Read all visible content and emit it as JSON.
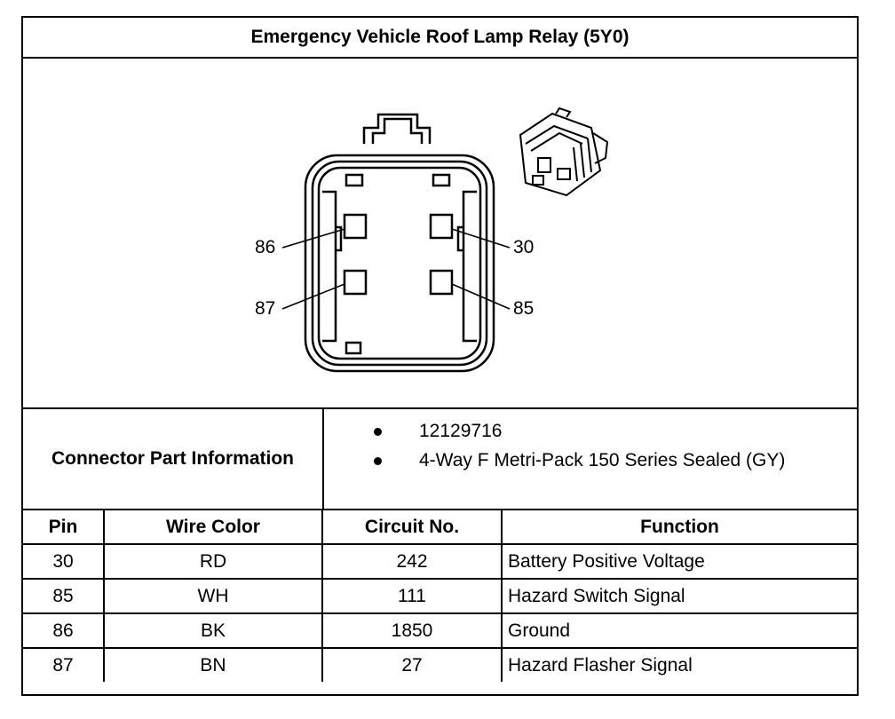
{
  "title": "Emergency Vehicle Roof Lamp Relay (5Y0)",
  "diagram": {
    "pin_labels": [
      "86",
      "30",
      "87",
      "85"
    ],
    "icons": [
      "connector-face-view",
      "connector-3d-view"
    ]
  },
  "connector_info": {
    "label": "Connector Part Information",
    "items": [
      "12129716",
      "4-Way F Metri-Pack 150 Series Sealed (GY)"
    ]
  },
  "pin_table": {
    "headers": [
      "Pin",
      "Wire Color",
      "Circuit No.",
      "Function"
    ],
    "rows": [
      [
        "30",
        "RD",
        "242",
        "Battery Positive Voltage"
      ],
      [
        "85",
        "WH",
        "111",
        "Hazard Switch Signal"
      ],
      [
        "86",
        "BK",
        "1850",
        "Ground"
      ],
      [
        "87",
        "BN",
        "27",
        "Hazard Flasher Signal"
      ]
    ]
  }
}
